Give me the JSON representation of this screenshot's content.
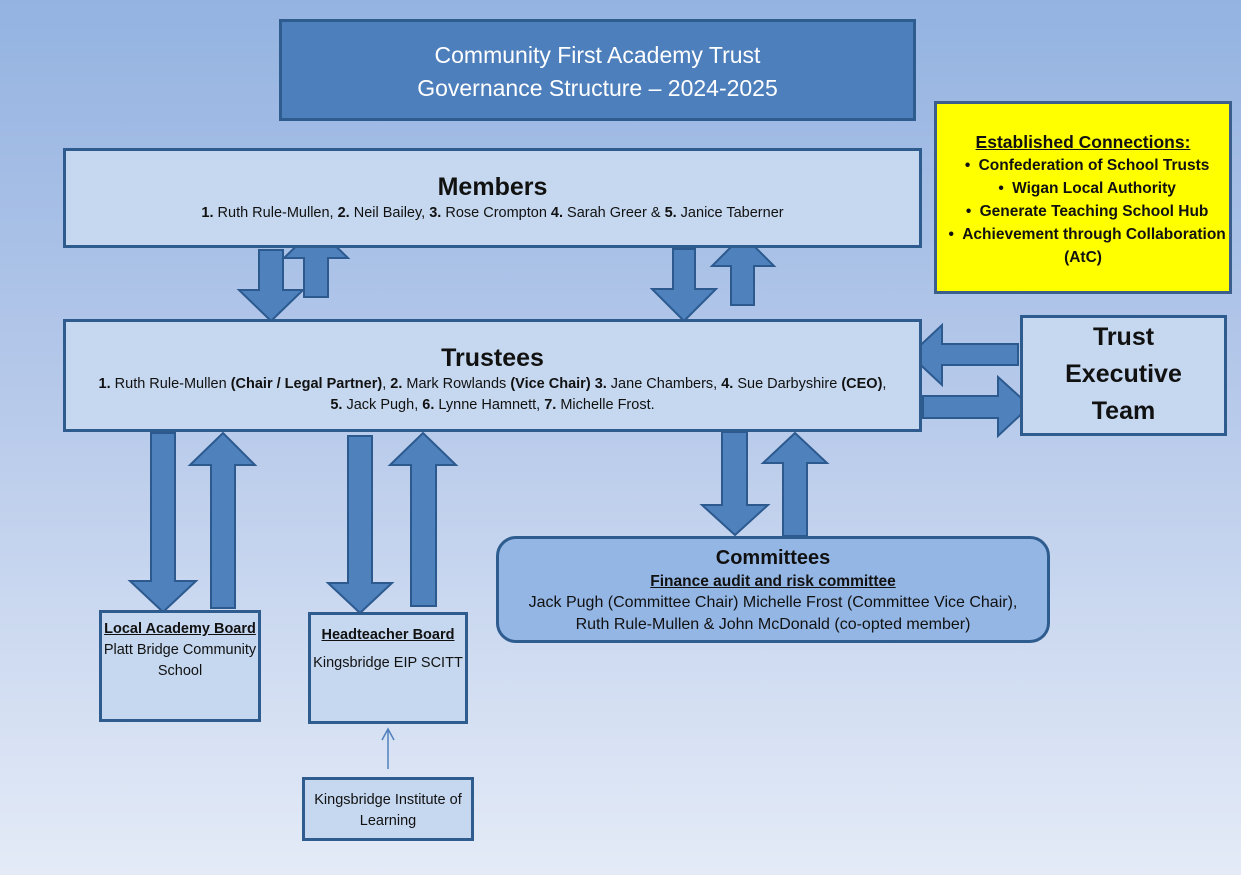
{
  "title": {
    "line1": "Community First Academy Trust",
    "line2": "Governance Structure – 2024-2025"
  },
  "members": {
    "heading": "Members",
    "list": [
      {
        "num": "1.",
        "name": " Ruth Rule-Mullen, "
      },
      {
        "num": "2.",
        "name": " Neil Bailey, "
      },
      {
        "num": "3.",
        "name": " Rose Crompton "
      },
      {
        "num": "4.",
        "name": " Sarah Greer & "
      },
      {
        "num": "5.",
        "name": " Janice Taberner"
      }
    ]
  },
  "trustees": {
    "heading": "Trustees",
    "list": [
      {
        "num": "1.",
        "name": " Ruth Rule-Mullen ",
        "role": "(Chair / Legal Partner)",
        "after": ", "
      },
      {
        "num": "2.",
        "name": " Mark Rowlands ",
        "role": "(Vice Chair)",
        "after": " "
      },
      {
        "num": "3.",
        "name": " Jane Chambers, ",
        "role": "",
        "after": ""
      },
      {
        "num": "4.",
        "name": " Sue Darbyshire ",
        "role": "(CEO)",
        "after": ",  "
      },
      {
        "num": "5.",
        "name": " Jack Pugh, ",
        "role": "",
        "after": ""
      },
      {
        "num": "6.",
        "name": " Lynne Hamnett, ",
        "role": "",
        "after": ""
      },
      {
        "num": "7.",
        "name": " Michelle Frost.",
        "role": "",
        "after": ""
      }
    ]
  },
  "connections": {
    "title": "Established Connections:",
    "items": [
      "Confederation of School Trusts",
      "Wigan Local Authority",
      "Generate Teaching School Hub",
      "Achievement through Collaboration (AtC)"
    ]
  },
  "executive_team": {
    "line1": "Trust",
    "line2": "Executive",
    "line3": "Team"
  },
  "committees": {
    "heading": "Committees",
    "subheading": "Finance audit and risk committee",
    "members": "Jack Pugh (Committee Chair) Michelle Frost  (Committee Vice Chair), Ruth Rule-Mullen & John McDonald (co-opted member)"
  },
  "local_academy_board": {
    "title": "Local Academy Board",
    "body": "Platt Bridge Community School"
  },
  "headteacher_board": {
    "title": "Headteacher Board",
    "body": "Kingsbridge EIP SCITT"
  },
  "kingsbridge_institute": {
    "body": "Kingsbridge Institute of Learning"
  },
  "colors": {
    "arrow_fill": "#4f81bd",
    "arrow_stroke": "#2c5a8f",
    "title_fill": "#4d7fbc",
    "box_fill": "#c6d8f0",
    "connections_fill": "#ffff00",
    "committees_fill": "#94b6e5"
  }
}
